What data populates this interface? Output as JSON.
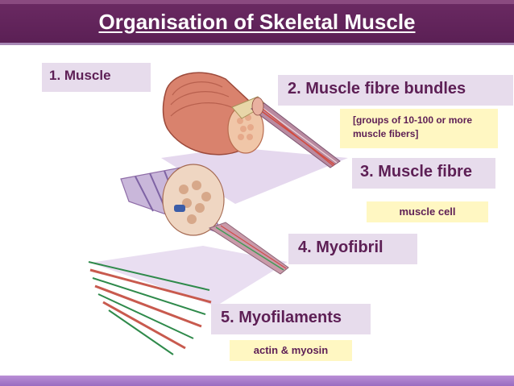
{
  "header": {
    "title": "Organisation of Skeletal Muscle"
  },
  "labels": {
    "muscle": "1. Muscle",
    "bundles": "2. Muscle fibre bundles",
    "bundles_note": "[groups of 10-100 or more muscle fibers]",
    "fibre": "3. Muscle fibre",
    "fibre_note": "muscle cell",
    "myofibril": "4. Myofibril",
    "myofilaments": "5. Myofilaments",
    "myofilaments_note": "actin & myosin"
  },
  "colors": {
    "header_bg": "#5a1f54",
    "label_bg": "#e7dcec",
    "label_text": "#5d1f55",
    "note_bg": "#fff7c2",
    "footer_bg": "#a77ccb"
  }
}
